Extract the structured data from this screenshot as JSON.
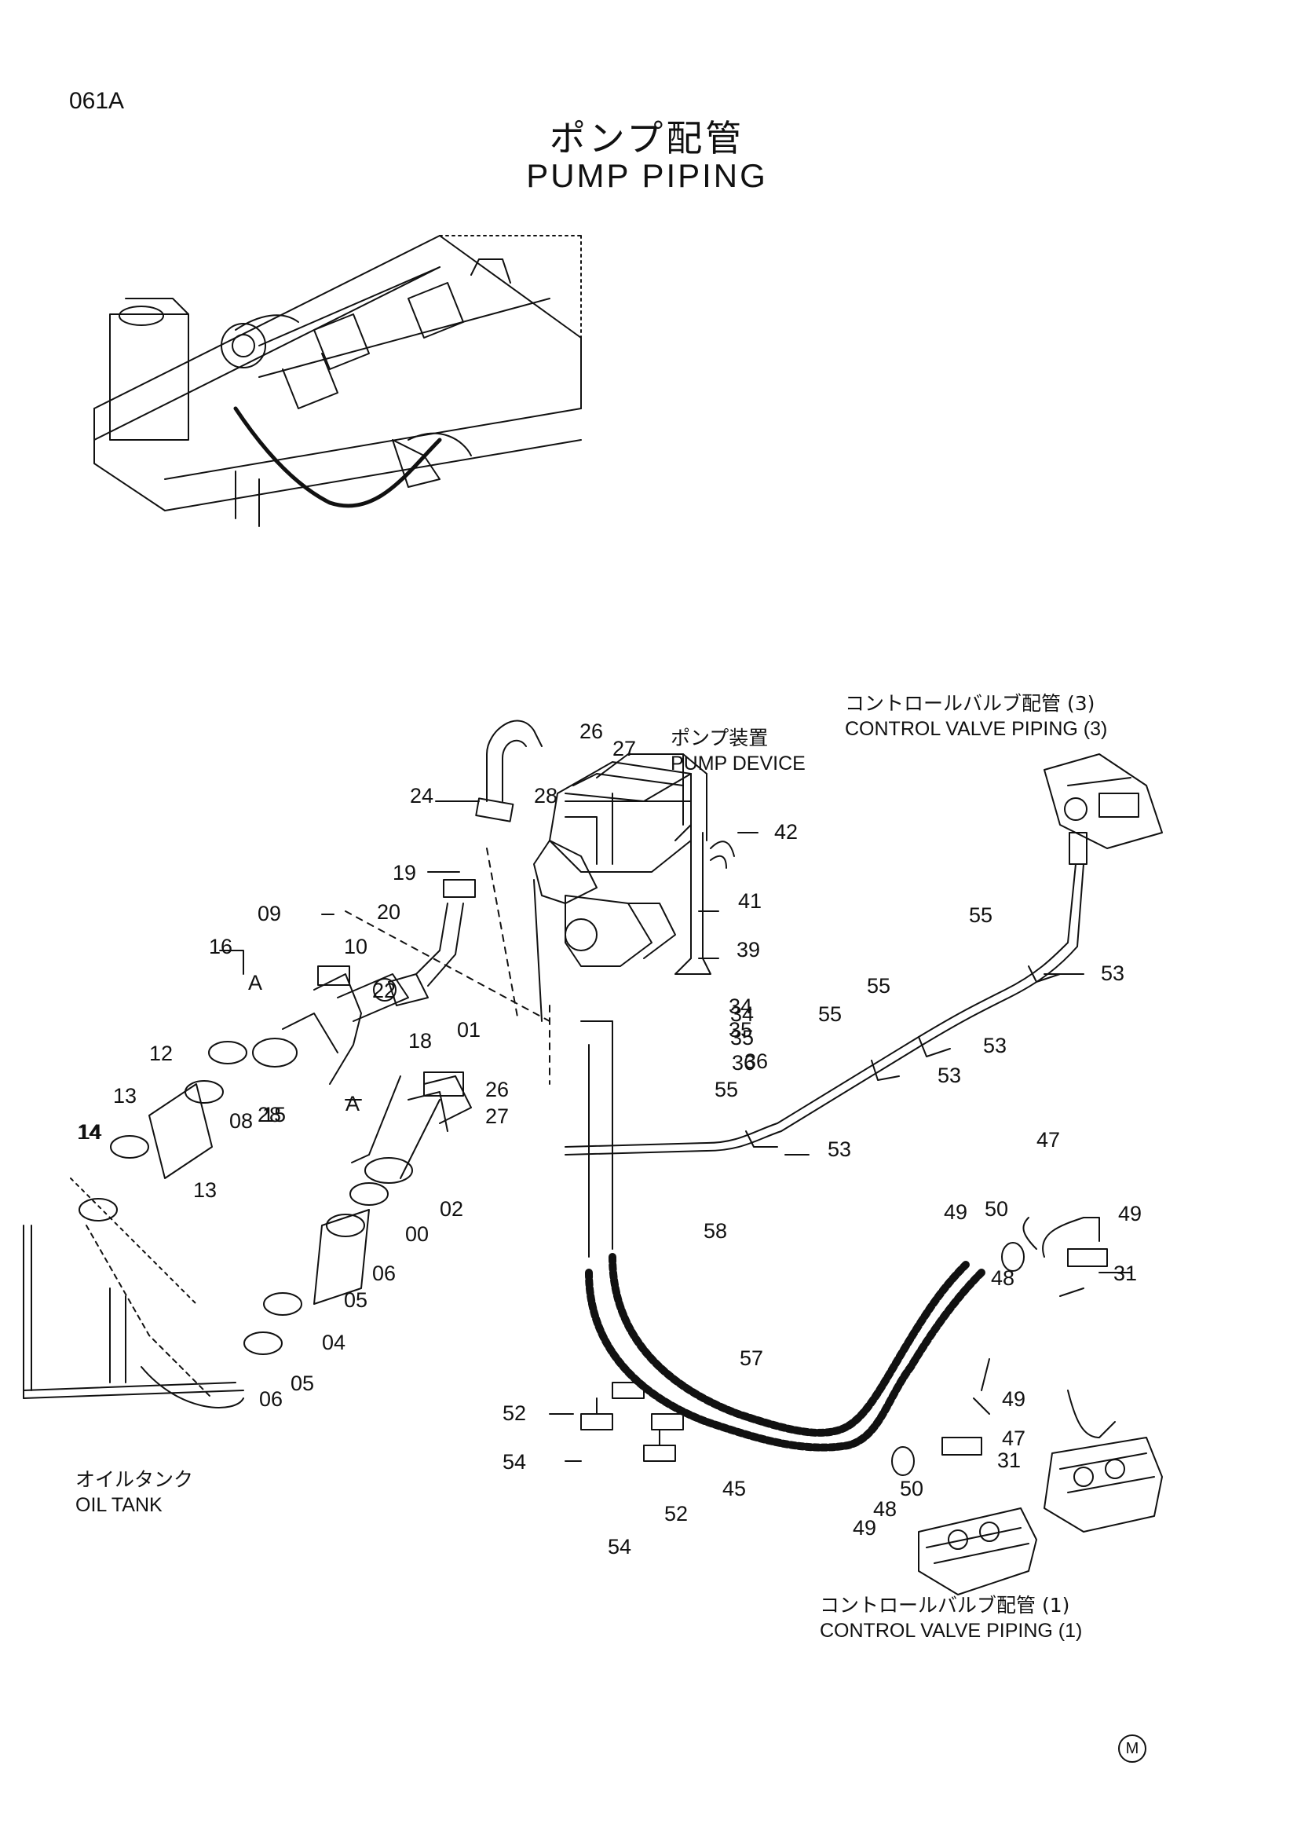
{
  "header": {
    "page_code": "061A",
    "title_jp": "ポンプ配管",
    "title_en": "PUMP PIPING"
  },
  "captions": {
    "pump_device": {
      "jp": "ポンプ装置",
      "en": "PUMP DEVICE"
    },
    "control_valve_3": {
      "jp": "コントロールバルブ配管 (3)",
      "en": "CONTROL VALVE PIPING (3)"
    },
    "control_valve_1": {
      "jp": "コントロールバルブ配管 (1)",
      "en": "CONTROL VALVE PIPING (1)"
    },
    "oil_tank": {
      "jp": "オイルタンク",
      "en": "OIL TANK"
    }
  },
  "part_numbers": [
    "26",
    "27",
    "28",
    "24",
    "42",
    "41",
    "39",
    "19",
    "20",
    "09",
    "16",
    "10",
    "22",
    "18",
    "01",
    "34",
    "35",
    "36",
    "34",
    "35",
    "36",
    "12",
    "13",
    "13",
    "14",
    "08",
    "15",
    "28",
    "26",
    "27",
    "02",
    "00",
    "14",
    "06",
    "05",
    "04",
    "05",
    "06",
    "55",
    "53",
    "55",
    "55",
    "53",
    "53",
    "55",
    "53",
    "58",
    "47",
    "50",
    "49",
    "49",
    "31",
    "48",
    "57",
    "49",
    "47",
    "31",
    "50",
    "48",
    "49",
    "52",
    "54",
    "45",
    "52",
    "54"
  ],
  "callout_letter": "A",
  "footer": {
    "mark": "M"
  }
}
